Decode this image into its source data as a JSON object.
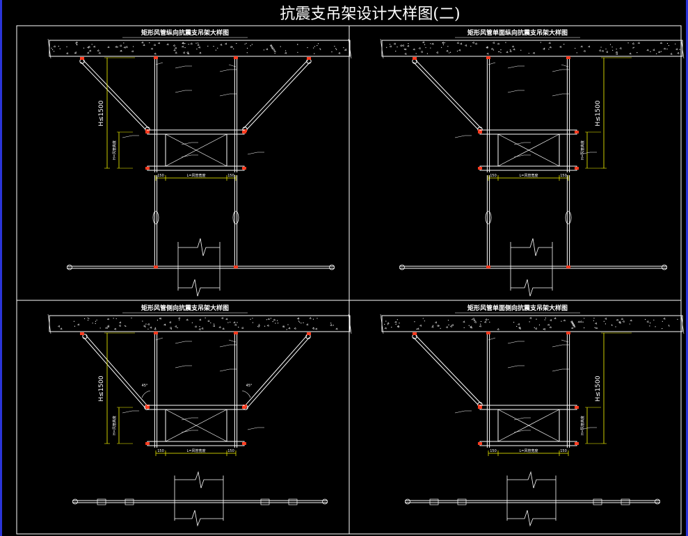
{
  "drawing": {
    "title": "抗震支吊架设计大样图(二)",
    "colors": {
      "background": "#000000",
      "lines": "#ffffff",
      "dimension": "#ffff00",
      "anchor": "#ff3b1f",
      "edge": "#2a34d9"
    }
  },
  "panels": [
    {
      "title": "矩形风管纵向抗震支吊架大样图",
      "height_label": "H≤1500",
      "duct_label": "H=风管高度",
      "span_labels": [
        "150",
        "L=风管宽度",
        "150"
      ],
      "braces": "double"
    },
    {
      "title": "矩形风管单面纵向抗震支吊架大样图",
      "height_label": "H≤1500",
      "duct_label": "H=风管高度",
      "span_labels": [
        "150",
        "L=风管宽度",
        "150"
      ],
      "braces": "single"
    },
    {
      "title": "矩形风管侧向抗震支吊架大样图",
      "height_label": "H≤1500",
      "duct_label": "H=风管高度",
      "span_labels": [
        "150",
        "L=风管宽度",
        "150"
      ],
      "angle_label": "45°",
      "braces": "double"
    },
    {
      "title": "矩形风管单面侧向抗震支吊架大样图",
      "height_label": "H≤1500",
      "duct_label": "H=风管高度",
      "span_labels": [
        "150",
        "L=风管宽度",
        "150"
      ],
      "braces": "single"
    }
  ]
}
